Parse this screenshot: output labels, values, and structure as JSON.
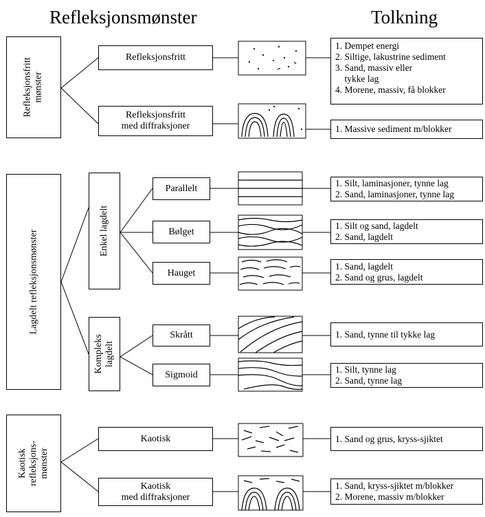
{
  "headers": {
    "left": "Refleksjonsmønster",
    "right": "Tolkning"
  },
  "groups": {
    "reflection_free": "Refleksjonsfritt mønster",
    "layered": "Lagdelt refleksjonsmønster",
    "simple_layered": "Enkel lagdelt",
    "complex_layered": "Kompleks lagdelt",
    "chaotic": "Kaotisk refleksjons-mønster"
  },
  "categories": {
    "reflection_free": "Refleksjonsfritt",
    "reflection_free_diffraction": "Refleksjonsfritt\nmed diffraksjoner",
    "parallel": "Parallelt",
    "wavy": "Bølget",
    "hummocky": "Hauget",
    "oblique": "Skrått",
    "sigmoid": "Sigmoid",
    "chaotic": "Kaotisk",
    "chaotic_diffraction": "Kaotisk\nmed diffraksjoner"
  },
  "interpretations": {
    "reflection_free": [
      "1. Dempet energi",
      "2. Siltige, lakustrine sediment",
      "3. Sand, massiv eller",
      "    tykke lag",
      "4. Morene, massiv, få blokker"
    ],
    "reflection_free_diffraction": [
      "1. Massive sediment m/blokker"
    ],
    "parallel": [
      "1. Silt, laminasjoner, tynne lag",
      "2. Sand, laminasjoner, tynne lag"
    ],
    "wavy": [
      "1. Silt og sand, lagdelt",
      "2. Sand, lagdelt"
    ],
    "hummocky": [
      "1. Sand, lagdelt",
      "2. Sand og grus, lagdelt"
    ],
    "oblique": [
      "1. Sand, tynne til tykke lag"
    ],
    "sigmoid": [
      "1. Silt, tynne lag",
      "2. Sand, tynne lag"
    ],
    "chaotic": [
      "1. Sand og grus, kryss-sjiktet"
    ],
    "chaotic_diffraction": [
      "1. Sand, kryss-sjiktet m/blokker",
      "2. Morene, massiv m/blokker"
    ]
  },
  "pattern_icons": [
    "scattered-dots",
    "diffraction-hyperbolas",
    "parallel-lines",
    "wavy-lines",
    "hummocky-lines",
    "oblique-lines",
    "sigmoid-lines",
    "chaotic-lines",
    "chaotic-diffraction"
  ]
}
